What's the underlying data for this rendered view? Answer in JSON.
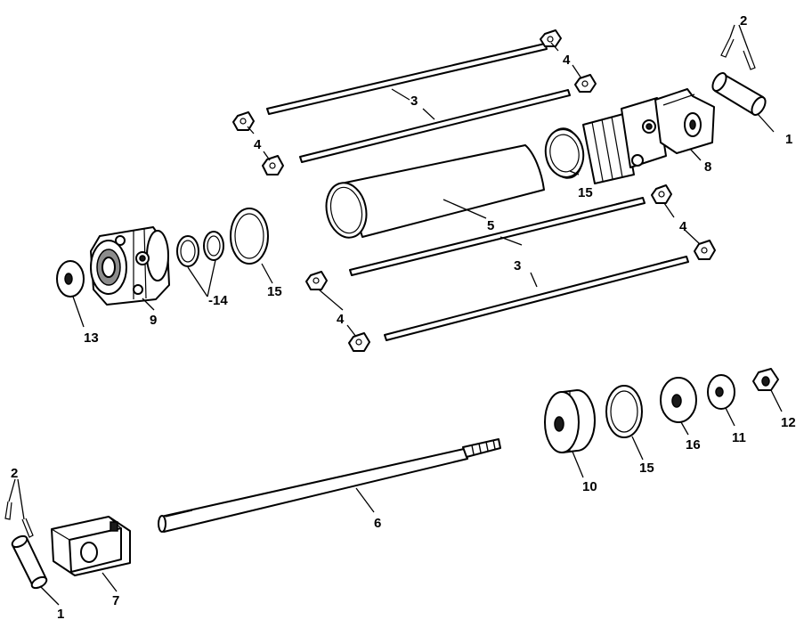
{
  "colors": {
    "ink": "#000000",
    "paper": "#ffffff",
    "shade": "#8c8c8c"
  },
  "parts": {
    "p1_top": "1",
    "p1_bottom": "1",
    "p2_top": "2",
    "p2_bottom": "2",
    "p3_top": "3",
    "p3_bottom": "3",
    "p4_a": "4",
    "p4_b": "4",
    "p4_c": "4",
    "p4_d": "4",
    "p5": "5",
    "p6": "6",
    "p7": "7",
    "p8": "8",
    "p9": "9",
    "p10": "10",
    "p11": "11",
    "p12": "12",
    "p13": "13",
    "p14": "-14",
    "p15_a": "15",
    "p15_b": "15",
    "p15_c": "15",
    "p16": "16"
  }
}
